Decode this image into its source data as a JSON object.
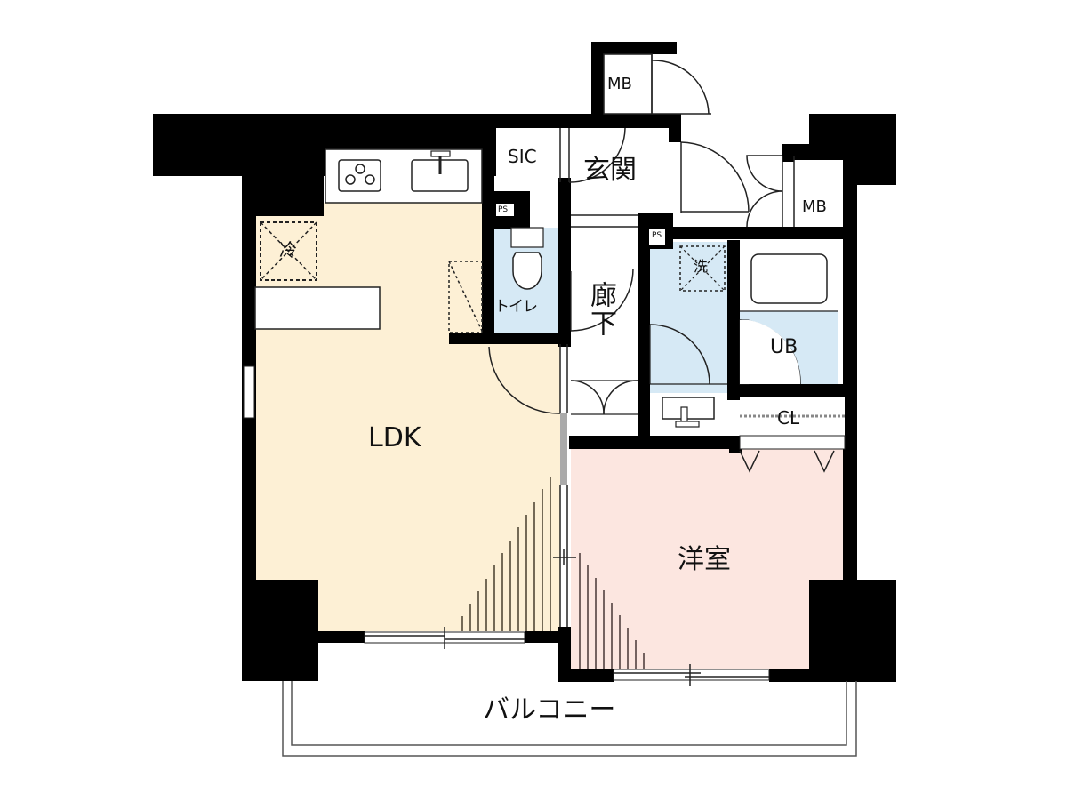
{
  "plan": {
    "type": "apartment-floor-plan",
    "layout": "1LDK",
    "colors": {
      "wall": "#000000",
      "ldk_floor": "#fdf0d5",
      "bedroom_floor": "#fce6e0",
      "wet_area_floor": "#d6e9f5",
      "other_floor": "#ffffff",
      "line": "#222222"
    },
    "rooms": {
      "ldk": "LDK",
      "bedroom": "洋室",
      "entrance": "玄関",
      "hallway": "廊下",
      "toilet": "トイレ",
      "washroom_symbol": "洗",
      "unit_bath": "UB",
      "closet": "CL",
      "shoe_closet": "SIC",
      "meter_box_top": "MB",
      "meter_box_right": "MB",
      "pipe_space_left": "PS",
      "pipe_space_right": "PS",
      "fridge_symbol": "冷",
      "balcony": "バルコニー"
    }
  }
}
